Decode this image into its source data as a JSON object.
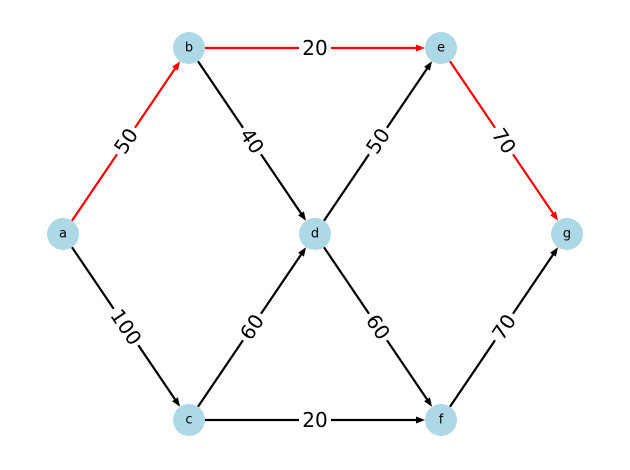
{
  "diagram": {
    "type": "directed-weighted-graph",
    "node_color": "#add8e6",
    "edge_color": "#000000",
    "highlight_color": "#ff0000",
    "nodes": [
      {
        "id": "a",
        "label": "a"
      },
      {
        "id": "b",
        "label": "b"
      },
      {
        "id": "c",
        "label": "c"
      },
      {
        "id": "d",
        "label": "d"
      },
      {
        "id": "e",
        "label": "e"
      },
      {
        "id": "f",
        "label": "f"
      },
      {
        "id": "g",
        "label": "g"
      }
    ],
    "edges": [
      {
        "from": "a",
        "to": "b",
        "weight": "50",
        "highlighted": true
      },
      {
        "from": "a",
        "to": "c",
        "weight": "100",
        "highlighted": false
      },
      {
        "from": "b",
        "to": "e",
        "weight": "20",
        "highlighted": true
      },
      {
        "from": "b",
        "to": "d",
        "weight": "40",
        "highlighted": false
      },
      {
        "from": "c",
        "to": "d",
        "weight": "60",
        "highlighted": false
      },
      {
        "from": "c",
        "to": "f",
        "weight": "20",
        "highlighted": false
      },
      {
        "from": "d",
        "to": "e",
        "weight": "50",
        "highlighted": false
      },
      {
        "from": "d",
        "to": "f",
        "weight": "60",
        "highlighted": false
      },
      {
        "from": "e",
        "to": "g",
        "weight": "70",
        "highlighted": true
      },
      {
        "from": "f",
        "to": "g",
        "weight": "70",
        "highlighted": false
      }
    ]
  }
}
